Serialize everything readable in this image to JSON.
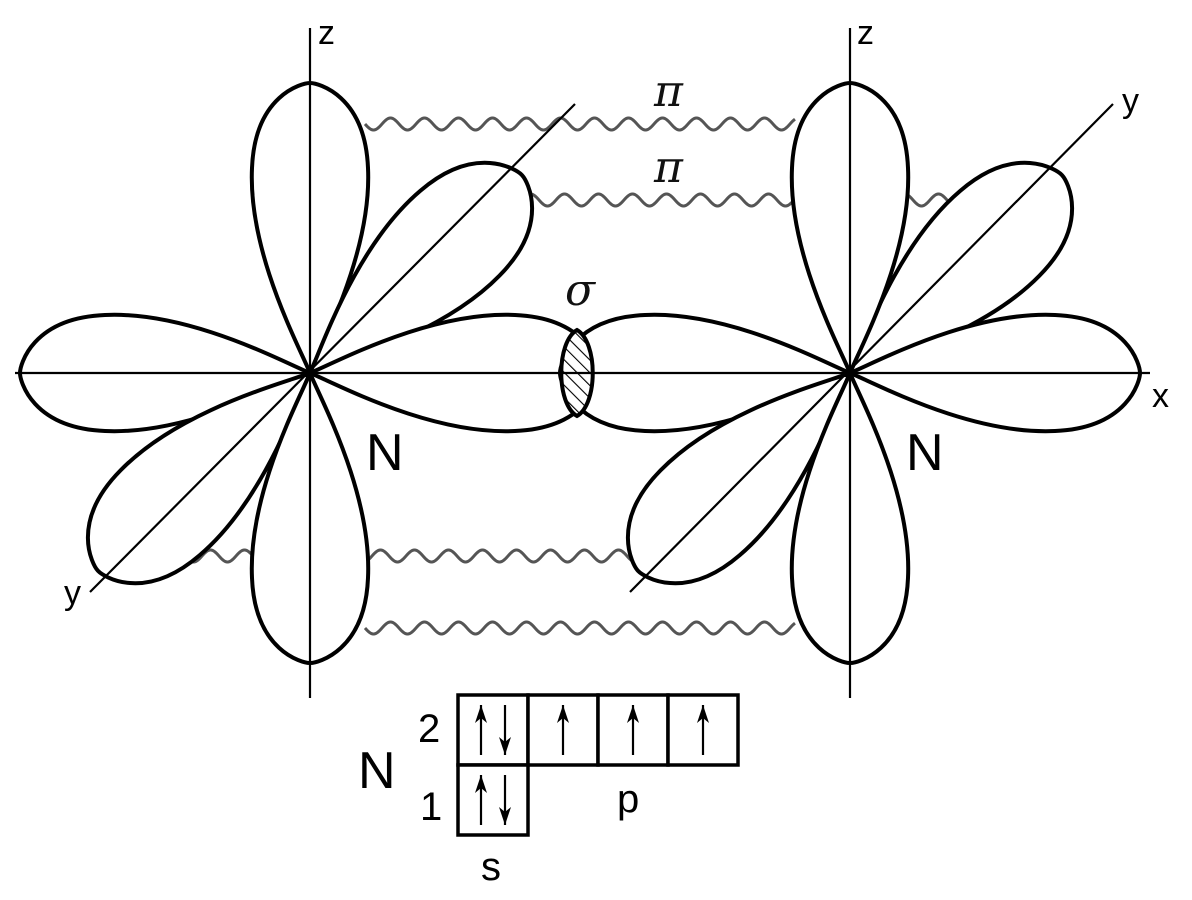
{
  "axes": {
    "left": {
      "z": "z",
      "y": "y"
    },
    "right": {
      "z": "z",
      "y": "y"
    },
    "x": "x"
  },
  "atoms": {
    "left": "N",
    "right": "N"
  },
  "bonds": {
    "pi_top": "π",
    "pi_second": "π",
    "sigma": "σ"
  },
  "config": {
    "element": "N",
    "shells": {
      "n2": "2",
      "n1": "1"
    },
    "subshells": {
      "s": "s",
      "p": "p"
    },
    "orbitals": [
      {
        "id": "2s",
        "spins": [
          "up",
          "down"
        ]
      },
      {
        "id": "2p-1",
        "spins": [
          "up"
        ]
      },
      {
        "id": "2p-2",
        "spins": [
          "up"
        ]
      },
      {
        "id": "2p-3",
        "spins": [
          "up"
        ]
      },
      {
        "id": "1s",
        "spins": [
          "up",
          "down"
        ]
      }
    ]
  }
}
